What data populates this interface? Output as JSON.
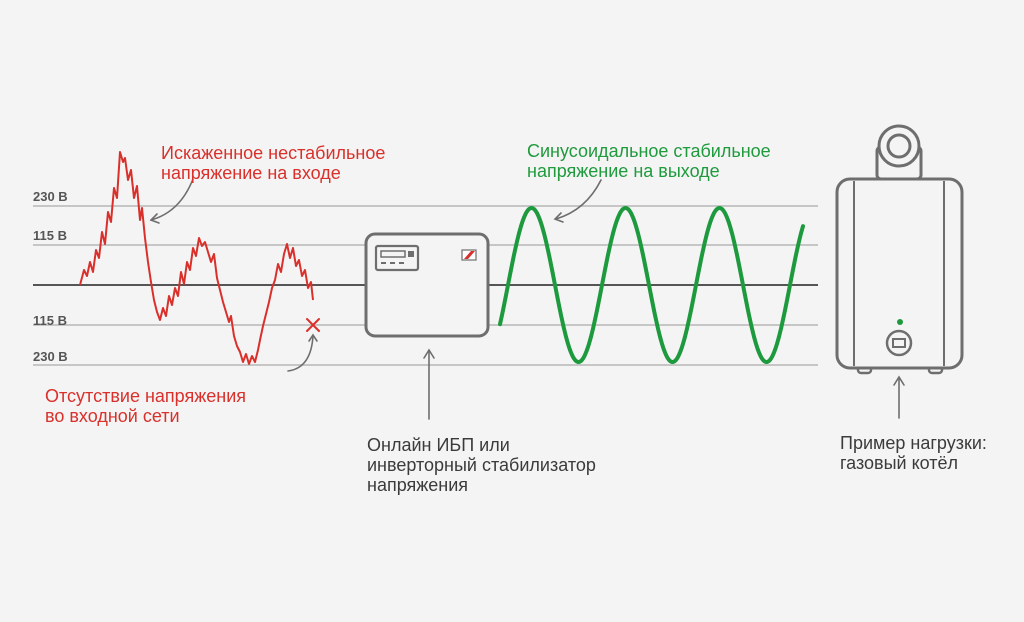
{
  "colors": {
    "background": "#f4f4f4",
    "input_wave": "#d9302b",
    "output_wave": "#1e9a3e",
    "lines": "#c6c6c6",
    "baseline": "#555555",
    "device_stroke": "#6e6e6e"
  },
  "axis_labels": {
    "pos_230": "230 В",
    "pos_115": "115 В",
    "neg_115": "115 В",
    "neg_230": "230 В"
  },
  "labels": {
    "distorted_input": [
      "Искаженное нестабильное",
      "напряжение на входе"
    ],
    "no_voltage": [
      "Отсутствие напряжения",
      "во входной сети"
    ],
    "sine_output": [
      "Синусоидальное стабильное",
      "напряжение на выходе"
    ],
    "device": [
      "Онлайн ИБП или",
      "инверторный стабилизатор",
      "напряжения"
    ],
    "load": [
      "Пример нагрузки:",
      "газовый котёл"
    ]
  },
  "icons": {
    "device": "ups-stabilizer-icon",
    "load": "gas-boiler-icon",
    "outage_mark": "cross-icon"
  }
}
